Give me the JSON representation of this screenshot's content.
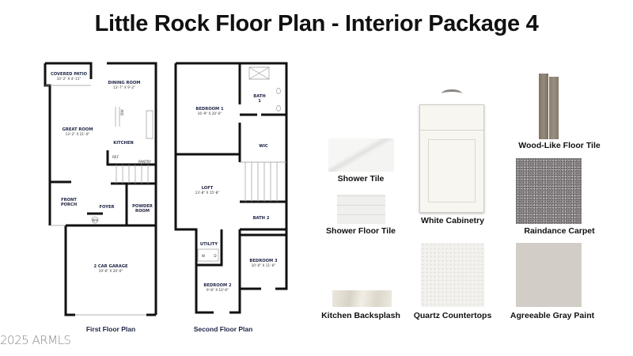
{
  "title": "Little Rock Floor Plan - Interior Package 4",
  "first_floor": {
    "caption": "First Floor Plan",
    "rooms": [
      {
        "name": "COVERED PATIO",
        "dims": "10'-2\" X 4'-11\""
      },
      {
        "name": "DINING ROOM",
        "dims": "13'-7\" X 9'-2\""
      },
      {
        "name": "GREAT ROOM",
        "dims": "13'-2\" X 21'-0\""
      },
      {
        "name": "KITCHEN"
      },
      {
        "name": "REF"
      },
      {
        "name": "PANTRY"
      },
      {
        "name": "FRONT",
        "name2": "PORCH"
      },
      {
        "name": "FOYER"
      },
      {
        "name": "POWDER",
        "name2": "ROOM"
      },
      {
        "name": "WH"
      },
      {
        "name": "2 CAR GARAGE",
        "dims": "19'-6\" X 20'-0\""
      },
      {
        "name": "DW"
      }
    ]
  },
  "second_floor": {
    "caption": "Second Floor Plan",
    "rooms": [
      {
        "name": "BEDROOM 1",
        "dims": "16'-9\" X 20'-0\""
      },
      {
        "name": "BATH",
        "name2": "1"
      },
      {
        "name": "WIC"
      },
      {
        "name": "LOFT",
        "dims": "13'-8\" X 15'-8\""
      },
      {
        "name": "BATH 2"
      },
      {
        "name": "UTILITY"
      },
      {
        "name": "W"
      },
      {
        "name": "D"
      },
      {
        "name": "BEDROOM 3",
        "dims": "10'-0\" X 11'-6\""
      },
      {
        "name": "BEDROOM 2",
        "dims": "9'-8\" X 10'-6\""
      }
    ]
  },
  "finishes": [
    {
      "label": "Shower Tile",
      "color": "#f1f1ef"
    },
    {
      "label": "Shower Floor Tile",
      "color": "#eeeeec"
    },
    {
      "label": "White Cabinetry",
      "color": "#f8f6f0"
    },
    {
      "label": "Wood-Like Floor Tile",
      "color": "#857a6c"
    },
    {
      "label": "Raindance Carpet",
      "color": "#8e8a8c"
    },
    {
      "label": "Kitchen Backsplash",
      "color": "#e8e4da"
    },
    {
      "label": "Quartz Countertops",
      "color": "#f3f1ee"
    },
    {
      "label": "Agreeable Gray Paint",
      "color": "#d3cdc8"
    }
  ],
  "copyright": "2025 ARMLS"
}
